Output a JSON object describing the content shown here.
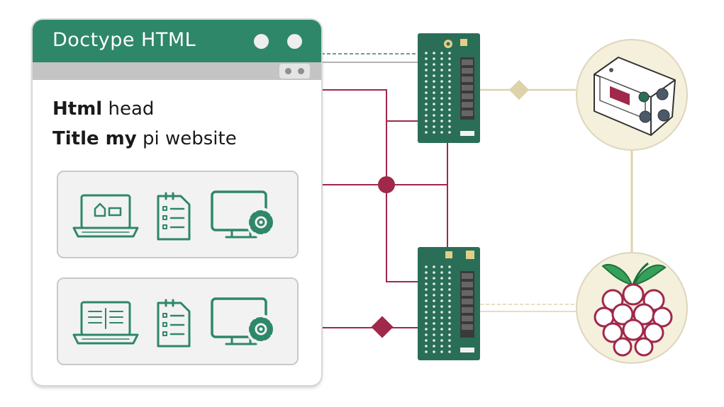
{
  "window": {
    "title": "Doctype HTML",
    "line1_bold": "Html",
    "line1_rest": " head",
    "line2_bold": "Title my",
    "line2_rest": " pi website"
  },
  "icons": {
    "panel1": [
      "laptop-icon",
      "checklist-icon",
      "monitor-gear-icon"
    ],
    "panel2": [
      "laptop-icon",
      "checklist-icon",
      "monitor-gear-icon"
    ],
    "boards": [
      "circuit-board-icon",
      "circuit-board-icon"
    ],
    "nodes": [
      "server-box-icon",
      "raspberry-icon"
    ]
  },
  "colors": {
    "teal": "#2e8769",
    "crimson": "#a0284b",
    "board_green": "#2a6e57",
    "beige": "#f5f0dc",
    "beige_line": "#ddd3ab"
  }
}
